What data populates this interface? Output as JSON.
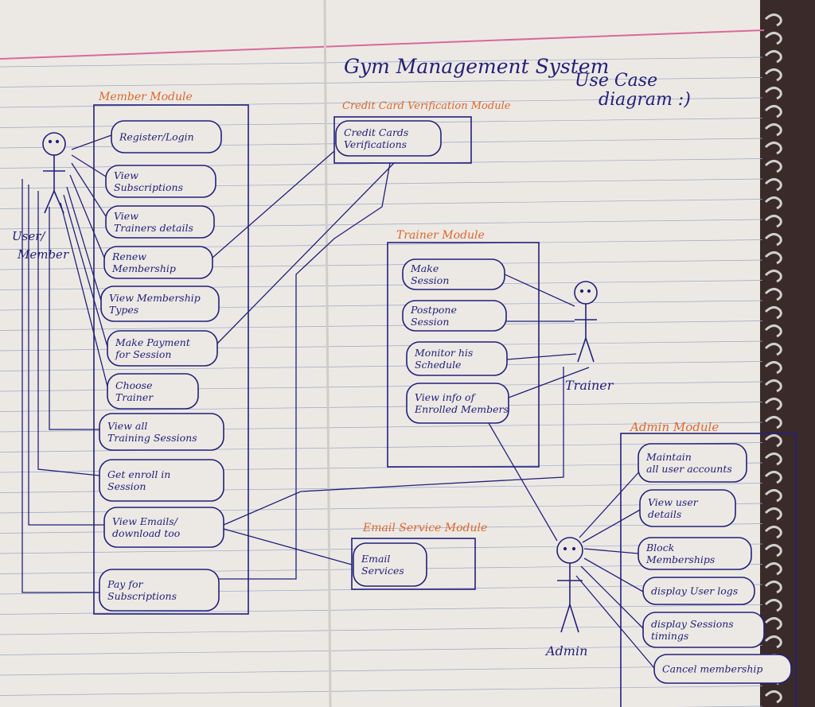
{
  "title": "Gym Management System",
  "subtitle": "Use Case",
  "subtitle2": "diagram :)",
  "colors": {
    "ink": "#23207a",
    "module_label": "#e0662a",
    "margin_line": "#d86a9a",
    "rule_line": "#9aa7c4",
    "paper": "#ece9e5",
    "background": "#d9d4cf",
    "ring": "#2a2a2a"
  },
  "actors": {
    "member": [
      "User/",
      "Member"
    ],
    "trainer": "Trainer",
    "admin": "Admin"
  },
  "modules": {
    "member": {
      "label": "Member Module",
      "use_cases": [
        [
          "Register/Login"
        ],
        [
          "View",
          "Subscriptions"
        ],
        [
          "View",
          "Trainers details"
        ],
        [
          "Renew",
          "Membership"
        ],
        [
          "View Membership",
          "Types"
        ],
        [
          "Make Payment",
          "for Session"
        ],
        [
          "Choose",
          "Trainer"
        ],
        [
          "View all",
          "Training Sessions"
        ],
        [
          "Get enroll in",
          "Session"
        ],
        [
          "View Emails/",
          "download too"
        ],
        [
          "Pay for",
          "Subscriptions"
        ]
      ]
    },
    "credit_card": {
      "label": "Credit Card Verification Module",
      "use_cases": [
        [
          "Credit Cards",
          "Verifications"
        ]
      ]
    },
    "trainer": {
      "label": "Trainer Module",
      "use_cases": [
        [
          "Make",
          "Session"
        ],
        [
          "Postpone",
          "Session"
        ],
        [
          "Monitor his",
          "Schedule"
        ],
        [
          "View info of",
          "Enrolled Members"
        ]
      ]
    },
    "email": {
      "label": "Email Service Module",
      "use_cases": [
        [
          "Email",
          "Services"
        ]
      ]
    },
    "admin": {
      "label": "Admin Module",
      "use_cases": [
        [
          "Maintain",
          "all user accounts"
        ],
        [
          "View user",
          "details"
        ],
        [
          "Block",
          "Memberships"
        ],
        [
          "display User logs"
        ],
        [
          "display Sessions",
          "timings"
        ],
        [
          "Cancel membership"
        ]
      ]
    }
  }
}
